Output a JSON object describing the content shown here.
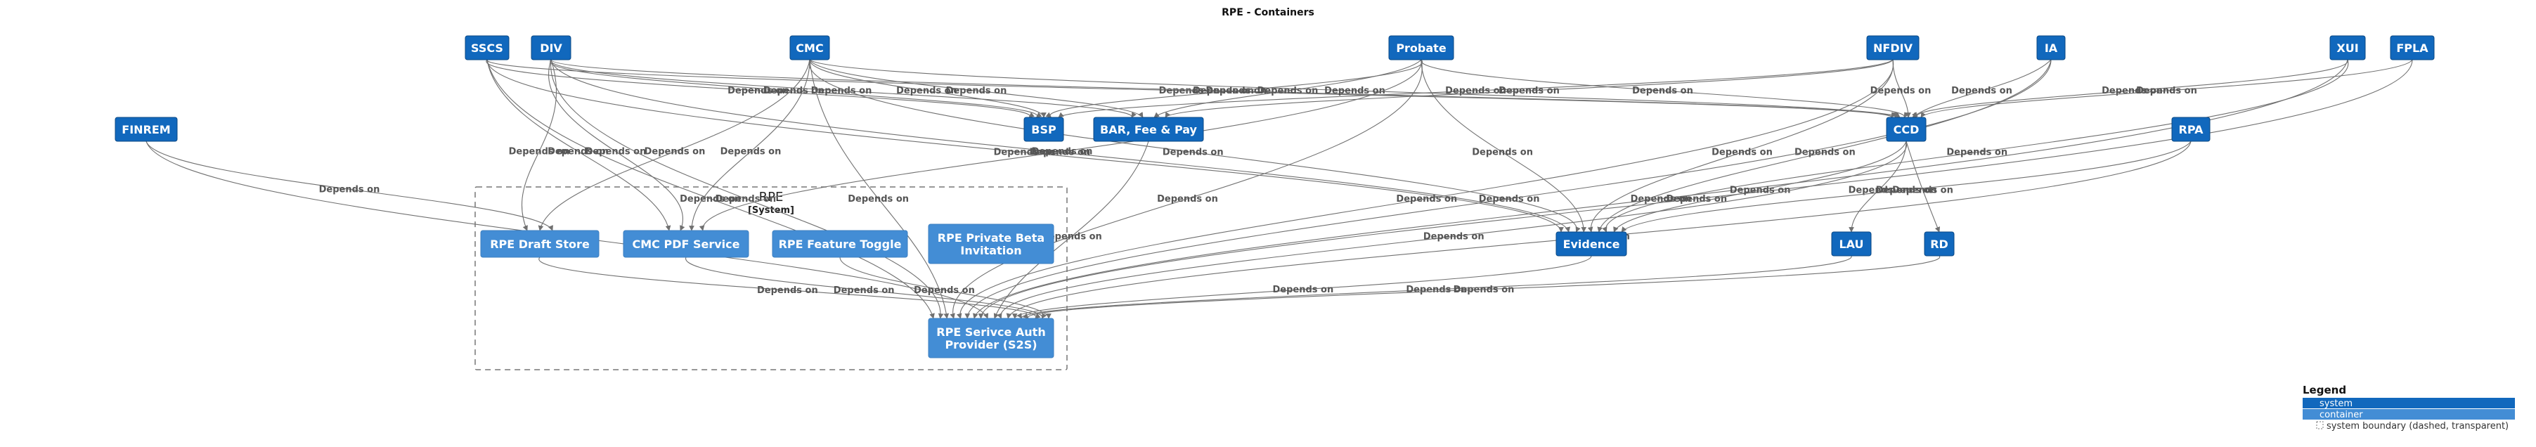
{
  "diagram": {
    "title": "RPE - Containers",
    "boundary": {
      "name": "RPE",
      "type": "[System]"
    },
    "colors": {
      "system": "#1168bd",
      "container": "#438dd5",
      "edge": "#707070",
      "boundary": "#777777"
    },
    "edge_label": "Depends on",
    "nodes": [
      {
        "id": "sscs",
        "label": "SSCS",
        "kind": "system"
      },
      {
        "id": "div",
        "label": "DIV",
        "kind": "system"
      },
      {
        "id": "cmc",
        "label": "CMC",
        "kind": "system"
      },
      {
        "id": "probate",
        "label": "Probate",
        "kind": "system"
      },
      {
        "id": "nfdiv",
        "label": "NFDIV",
        "kind": "system"
      },
      {
        "id": "ia",
        "label": "IA",
        "kind": "system"
      },
      {
        "id": "xui",
        "label": "XUI",
        "kind": "system"
      },
      {
        "id": "fpla",
        "label": "FPLA",
        "kind": "system"
      },
      {
        "id": "finrem",
        "label": "FINREM",
        "kind": "system"
      },
      {
        "id": "bsp",
        "label": "BSP",
        "kind": "system"
      },
      {
        "id": "bar",
        "label": "BAR, Fee & Pay",
        "kind": "system"
      },
      {
        "id": "ccd",
        "label": "CCD",
        "kind": "system"
      },
      {
        "id": "rpa",
        "label": "RPA",
        "kind": "system"
      },
      {
        "id": "evidence",
        "label": "Evidence",
        "kind": "system"
      },
      {
        "id": "lau",
        "label": "LAU",
        "kind": "system"
      },
      {
        "id": "rd",
        "label": "RD",
        "kind": "system"
      },
      {
        "id": "draft",
        "label": "RPE Draft Store",
        "kind": "container"
      },
      {
        "id": "pdf",
        "label": "CMC PDF Service",
        "kind": "container"
      },
      {
        "id": "toggle",
        "label": "RPE Feature Toggle",
        "kind": "container"
      },
      {
        "id": "beta",
        "label": "RPE Private Beta Invitation",
        "kind": "container"
      },
      {
        "id": "s2s",
        "label": "RPE Serivce Auth Provider (S2S)",
        "kind": "container"
      }
    ],
    "edges": [
      {
        "from": "sscs",
        "to": "bsp"
      },
      {
        "from": "sscs",
        "to": "ccd"
      },
      {
        "from": "sscs",
        "to": "evidence"
      },
      {
        "from": "sscs",
        "to": "pdf"
      },
      {
        "from": "sscs",
        "to": "s2s"
      },
      {
        "from": "div",
        "to": "bsp"
      },
      {
        "from": "div",
        "to": "bar"
      },
      {
        "from": "div",
        "to": "ccd"
      },
      {
        "from": "div",
        "to": "evidence"
      },
      {
        "from": "div",
        "to": "draft"
      },
      {
        "from": "div",
        "to": "pdf"
      },
      {
        "from": "div",
        "to": "s2s"
      },
      {
        "from": "cmc",
        "to": "bsp"
      },
      {
        "from": "cmc",
        "to": "bar"
      },
      {
        "from": "cmc",
        "to": "ccd"
      },
      {
        "from": "cmc",
        "to": "evidence"
      },
      {
        "from": "cmc",
        "to": "draft"
      },
      {
        "from": "cmc",
        "to": "pdf"
      },
      {
        "from": "cmc",
        "to": "s2s"
      },
      {
        "from": "probate",
        "to": "bsp"
      },
      {
        "from": "probate",
        "to": "bar"
      },
      {
        "from": "probate",
        "to": "ccd"
      },
      {
        "from": "probate",
        "to": "evidence"
      },
      {
        "from": "probate",
        "to": "pdf"
      },
      {
        "from": "probate",
        "to": "s2s"
      },
      {
        "from": "nfdiv",
        "to": "bsp"
      },
      {
        "from": "nfdiv",
        "to": "bar"
      },
      {
        "from": "nfdiv",
        "to": "ccd"
      },
      {
        "from": "nfdiv",
        "to": "evidence"
      },
      {
        "from": "nfdiv",
        "to": "s2s"
      },
      {
        "from": "ia",
        "to": "ccd"
      },
      {
        "from": "ia",
        "to": "evidence"
      },
      {
        "from": "ia",
        "to": "s2s"
      },
      {
        "from": "xui",
        "to": "ccd"
      },
      {
        "from": "xui",
        "to": "evidence"
      },
      {
        "from": "xui",
        "to": "s2s"
      },
      {
        "from": "fpla",
        "to": "ccd"
      },
      {
        "from": "fpla",
        "to": "s2s"
      },
      {
        "from": "finrem",
        "to": "draft"
      },
      {
        "from": "finrem",
        "to": "s2s"
      },
      {
        "from": "bar",
        "to": "s2s"
      },
      {
        "from": "ccd",
        "to": "evidence"
      },
      {
        "from": "ccd",
        "to": "lau"
      },
      {
        "from": "ccd",
        "to": "rd"
      },
      {
        "from": "ccd",
        "to": "s2s"
      },
      {
        "from": "rpa",
        "to": "evidence"
      },
      {
        "from": "rpa",
        "to": "s2s"
      },
      {
        "from": "evidence",
        "to": "s2s"
      },
      {
        "from": "lau",
        "to": "s2s"
      },
      {
        "from": "rd",
        "to": "s2s"
      },
      {
        "from": "draft",
        "to": "s2s"
      },
      {
        "from": "pdf",
        "to": "s2s"
      },
      {
        "from": "toggle",
        "to": "s2s"
      }
    ]
  },
  "legend": {
    "title": "Legend",
    "items": [
      {
        "label": "system",
        "color": "#1168bd"
      },
      {
        "label": "container",
        "color": "#438dd5"
      },
      {
        "label": "system boundary (dashed, transparent)",
        "color": ""
      }
    ]
  }
}
